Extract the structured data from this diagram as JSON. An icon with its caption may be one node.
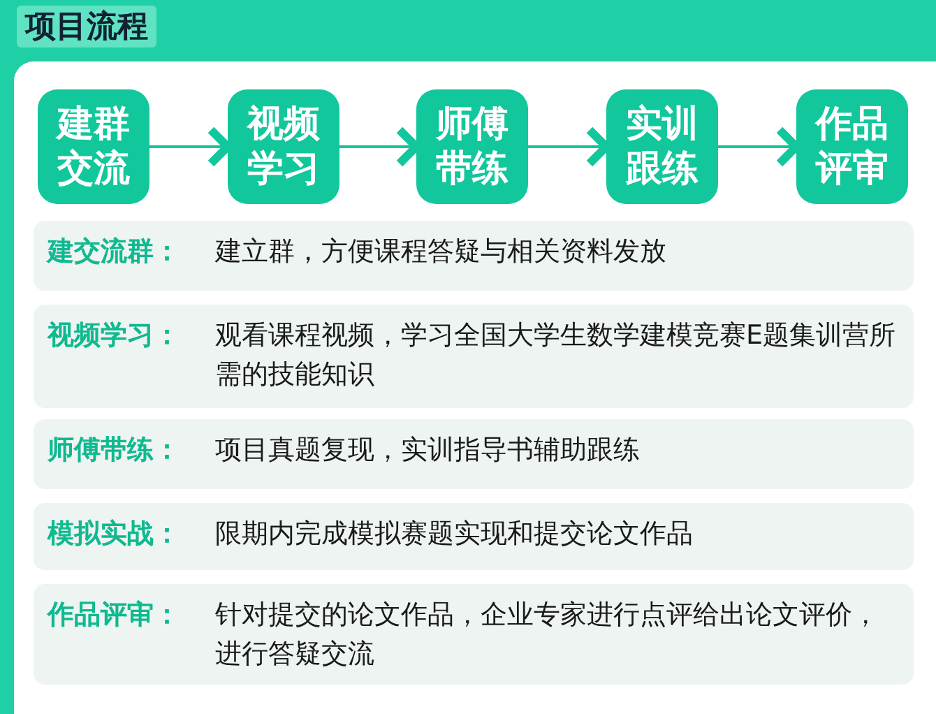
{
  "diagram": {
    "title": "项目流程",
    "nodes": [
      {
        "text": [
          "建群交流"
        ]
      },
      {
        "text": [
          "视频学习"
        ]
      },
      {
        "text": [
          "师傅带练"
        ]
      },
      {
        "text": [
          "实训跟练"
        ]
      },
      {
        "text": [
          "作品评审"
        ]
      },
      {
        "text": [
          "建交流群：",
          "建立群，方便课程答疑与相关资料发放"
        ]
      },
      {
        "text": [
          "视频学习：",
          "观看课程视频，学习全国大学生数学建模竞赛E题集训营所需的技能知识"
        ]
      },
      {
        "text": [
          "师傅带练：",
          "项目真题复现，实训指导书辅助跟练"
        ]
      },
      {
        "text": [
          "模拟实战：",
          "限期内完成模拟赛题实现和提交论文作品"
        ]
      },
      {
        "text": [
          "作品评审：",
          "针对提交的论文作品，企业专家进行点评给出论文评价，进行答疑交流"
        ]
      }
    ],
    "edges": [
      {
        "from": 0,
        "to": 1,
        "arrow": "to"
      },
      {
        "from": 1,
        "to": 2,
        "arrow": "to"
      },
      {
        "from": 2,
        "to": 3,
        "arrow": "to"
      },
      {
        "from": 3,
        "to": 4,
        "arrow": "to"
      }
    ]
  }
}
